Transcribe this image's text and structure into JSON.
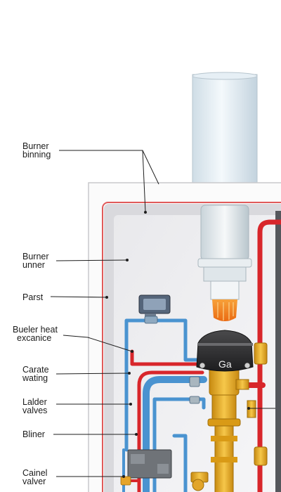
{
  "diagram": {
    "gas_valve_text": "Ga",
    "labels": [
      {
        "id": "burner-binning",
        "lines": [
          "Burner",
          "binning"
        ]
      },
      {
        "id": "burner-unner",
        "lines": [
          "Burner",
          "unner"
        ]
      },
      {
        "id": "parst",
        "lines": [
          "Parst"
        ]
      },
      {
        "id": "bueler-heat-excanice",
        "lines": [
          "Bueler heat",
          "excanice"
        ]
      },
      {
        "id": "carate-wating",
        "lines": [
          "Carate",
          "wating"
        ]
      },
      {
        "id": "lalder-valves",
        "lines": [
          "Lalder",
          "valves"
        ]
      },
      {
        "id": "bliner",
        "lines": [
          "Bliner"
        ]
      },
      {
        "id": "cainel-valver",
        "lines": [
          "Cainel",
          "valver"
        ]
      }
    ],
    "colors": {
      "hot_pipe": "#d8262b",
      "cold_pipe": "#4a93d0",
      "brass": "#e8a81c",
      "casing_frame": "#e05a5a",
      "flue": "#dce8f0"
    }
  }
}
